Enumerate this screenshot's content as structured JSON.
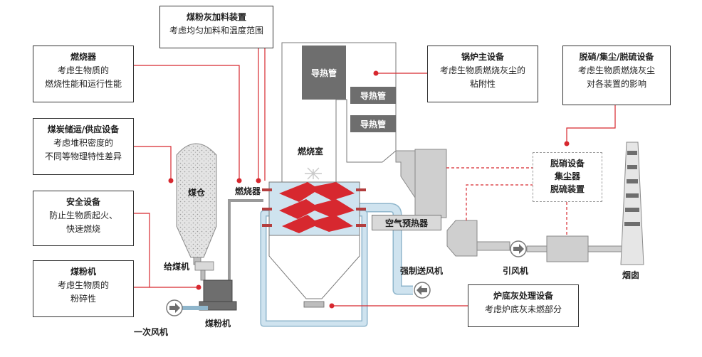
{
  "callouts": {
    "coal_ash_feeder": {
      "title": "煤粉灰加料装置",
      "lines": [
        "考虑均匀加料和温度范围"
      ]
    },
    "burner": {
      "title": "燃烧器",
      "lines": [
        "考虑生物质的",
        "燃烧性能和运行性能"
      ]
    },
    "coal_storage": {
      "title": "煤炭储运/供应设备",
      "lines": [
        "考虑堆积密度的",
        "不同等物理特性差异"
      ]
    },
    "safety": {
      "title": "安全设备",
      "lines": [
        "防止生物质起火、",
        "快速燃烧"
      ]
    },
    "pulverizer": {
      "title": "煤粉机",
      "lines": [
        "考虑生物质的",
        "粉碎性"
      ]
    },
    "boiler_main": {
      "title": "锅炉主设备",
      "lines": [
        "考虑生物质燃烧灰尘的",
        "粘附性"
      ]
    },
    "desulfurization": {
      "title": "脱硝/集尘/脱硫设备",
      "lines": [
        "考虑生物质燃烧灰尘",
        "对各装置的影响"
      ]
    },
    "bottom_ash": {
      "title": "炉底灰处理设备",
      "lines": [
        "考虑炉底灰未燃部分"
      ]
    }
  },
  "labels": {
    "heat_pipe_1": "导热管",
    "heat_pipe_2": "导热管",
    "heat_pipe_3": "导热管",
    "combustion_chamber": "燃烧室",
    "coal_bin": "煤仓",
    "burner": "燃烧器",
    "coal_feeder": "给煤机",
    "pulverizer": "煤粉机",
    "primary_fan": "一次风机",
    "forced_draft_fan": "强制送风机",
    "air_preheater": "空气预热器",
    "induced_draft_fan": "引风机",
    "chimney": "烟囱",
    "denox": "脱硝设备",
    "dust_collector": "集尘器",
    "desulfurizer": "脱硫装置"
  },
  "colors": {
    "accent_red": "#d7282f",
    "duct_blue": "#cfe3ef",
    "duct_blue_edge": "#8fb6cc",
    "equipment_gray": "#cfcfcf",
    "dark_gray": "#6e6e6e"
  }
}
